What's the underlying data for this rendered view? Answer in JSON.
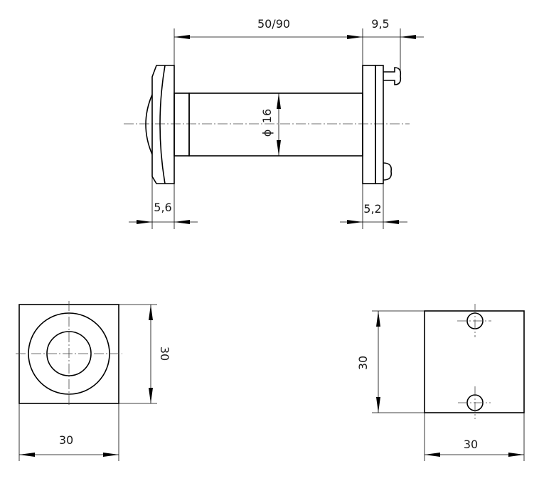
{
  "side_view": {
    "length_label": "50/90",
    "screw_offset_label": "9,5",
    "front_flange_label": "5,6",
    "rear_flange_label": "5,2",
    "diameter_symbol": "ϕ",
    "diameter_label": "16"
  },
  "front_view": {
    "height_label": "30",
    "width_label": "30"
  },
  "rear_view": {
    "height_label": "30",
    "width_label": "30"
  }
}
